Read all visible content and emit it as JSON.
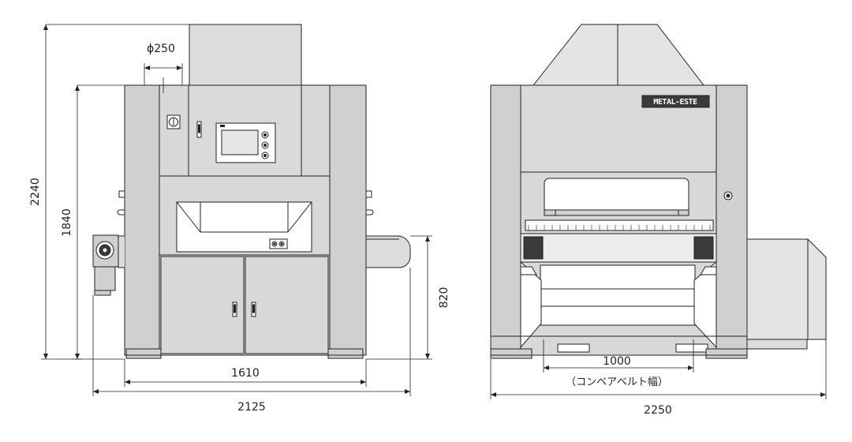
{
  "front_view": {
    "duct_label": "ϕ250",
    "height_total": "2240",
    "height_body": "1840",
    "height_conveyor": "820",
    "width_inner": "1610",
    "width_total": "2125"
  },
  "side_view": {
    "brand_plate": "METAL-ESTE",
    "belt_width": "1000",
    "belt_width_note": "（コンベアベルト幅）",
    "width_total": "2250"
  },
  "colors": {
    "line": "#222222",
    "panel": "#dcdcdc",
    "dark_panel": "#3a3a3a",
    "screen": "#e6e6e6"
  }
}
